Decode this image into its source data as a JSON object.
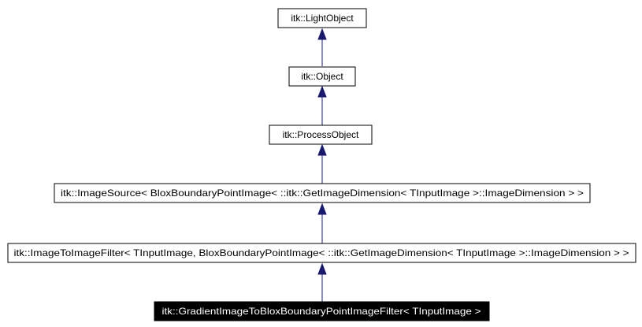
{
  "diagram": {
    "nodes": [
      {
        "id": "light_object",
        "label": "itk::LightObject",
        "current": false
      },
      {
        "id": "object",
        "label": "itk::Object",
        "current": false
      },
      {
        "id": "process_object",
        "label": "itk::ProcessObject",
        "current": false
      },
      {
        "id": "image_source",
        "label": "itk::ImageSource< BloxBoundaryPointImage< ::itk::GetImageDimension< TInputImage >::ImageDimension > >",
        "current": false
      },
      {
        "id": "image_to_image_filter",
        "label": "itk::ImageToImageFilter< TInputImage, BloxBoundaryPointImage< ::itk::GetImageDimension< TInputImage >::ImageDimension > >",
        "current": false
      },
      {
        "id": "gradient_filter",
        "label": "itk::GradientImageToBloxBoundaryPointImageFilter< TInputImage >",
        "current": true
      }
    ],
    "edges": [
      {
        "from": "object",
        "to": "light_object"
      },
      {
        "from": "process_object",
        "to": "object"
      },
      {
        "from": "image_source",
        "to": "process_object"
      },
      {
        "from": "image_to_image_filter",
        "to": "image_source"
      },
      {
        "from": "gradient_filter",
        "to": "image_to_image_filter"
      }
    ],
    "colors": {
      "edge": "#191970",
      "node_border": "#000000",
      "current_fill": "#000000",
      "current_text": "#ffffff"
    }
  }
}
